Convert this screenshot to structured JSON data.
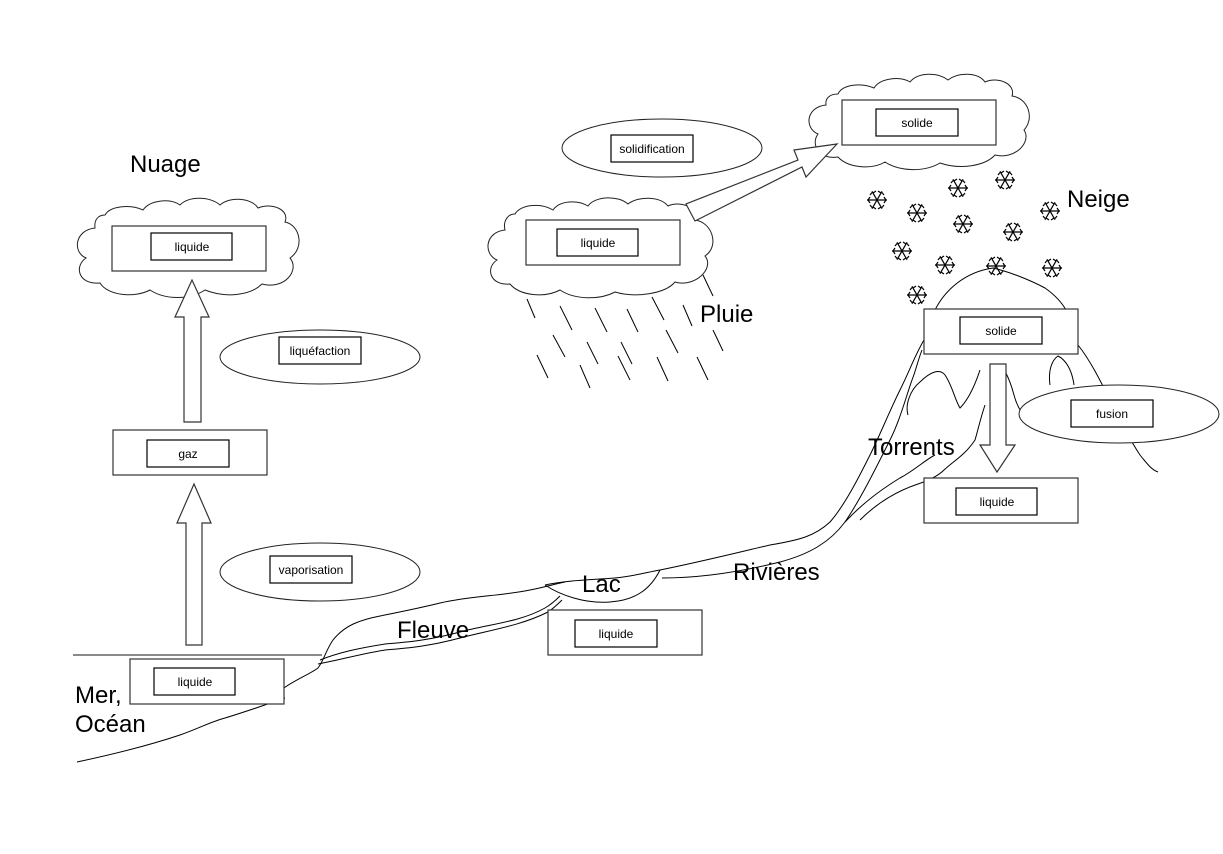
{
  "diagram": {
    "title": "Cycle de l'eau",
    "place_labels": {
      "nuage": "Nuage",
      "pluie": "Pluie",
      "neige": "Neige",
      "torrents": "Torrents",
      "rivieres": "Rivières",
      "lac": "Lac",
      "fleuve": "Fleuve",
      "mer_line1": "Mer,",
      "mer_line2": "Océan"
    },
    "states": {
      "nuage_gauche": "liquide",
      "gaz": "gaz",
      "mer": "liquide",
      "nuage_pluie": "liquide",
      "nuage_neige": "solide",
      "montagne": "solide",
      "torrents": "liquide",
      "lac": "liquide"
    },
    "transitions": {
      "liquefaction": "liquéfaction",
      "vaporisation": "vaporisation",
      "solidification": "solidification",
      "fusion": "fusion"
    },
    "icons": {
      "snowflake": "snowflake-icon",
      "rain": "rain-streak",
      "cloud": "cloud-shape"
    }
  }
}
